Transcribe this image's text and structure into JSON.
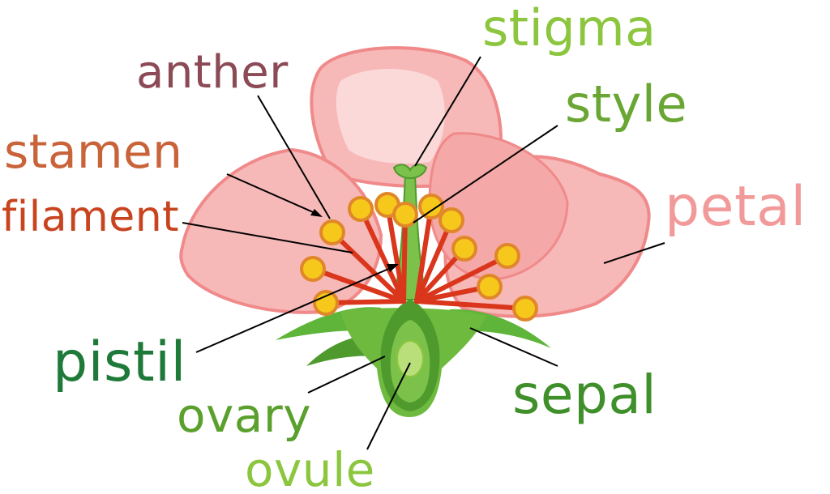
{
  "labels": {
    "stigma": {
      "text": "stigma",
      "color": "#8cc63f"
    },
    "style": {
      "text": "style",
      "color": "#6aa633"
    },
    "anther": {
      "text": "anther",
      "color": "#8b4a55"
    },
    "stamen": {
      "text": "stamen",
      "color": "#c8633a"
    },
    "filament": {
      "text": "filament",
      "color": "#c8441f"
    },
    "petal": {
      "text": "petal",
      "color": "#f29a9a"
    },
    "pistil": {
      "text": "pistil",
      "color": "#1f7a3a"
    },
    "ovary": {
      "text": "ovary",
      "color": "#5aa02c"
    },
    "sepal": {
      "text": "sepal",
      "color": "#3f8f2a"
    },
    "ovule": {
      "text": "ovule",
      "color": "#8cc63f"
    }
  },
  "colors": {
    "petal_fill": "#f7b8b8",
    "petal_stroke": "#f08a8a",
    "petal_light": "#fcd9d9",
    "filament": "#d9361c",
    "anther_fill": "#f6c81c",
    "anther_stroke": "#e0872a",
    "pistil_fill": "#7cc24a",
    "pistil_dark": "#4f9a2c",
    "sepal_fill": "#5fb53a",
    "ovule_fill": "#b9df7a",
    "leader_line": "#000000"
  }
}
